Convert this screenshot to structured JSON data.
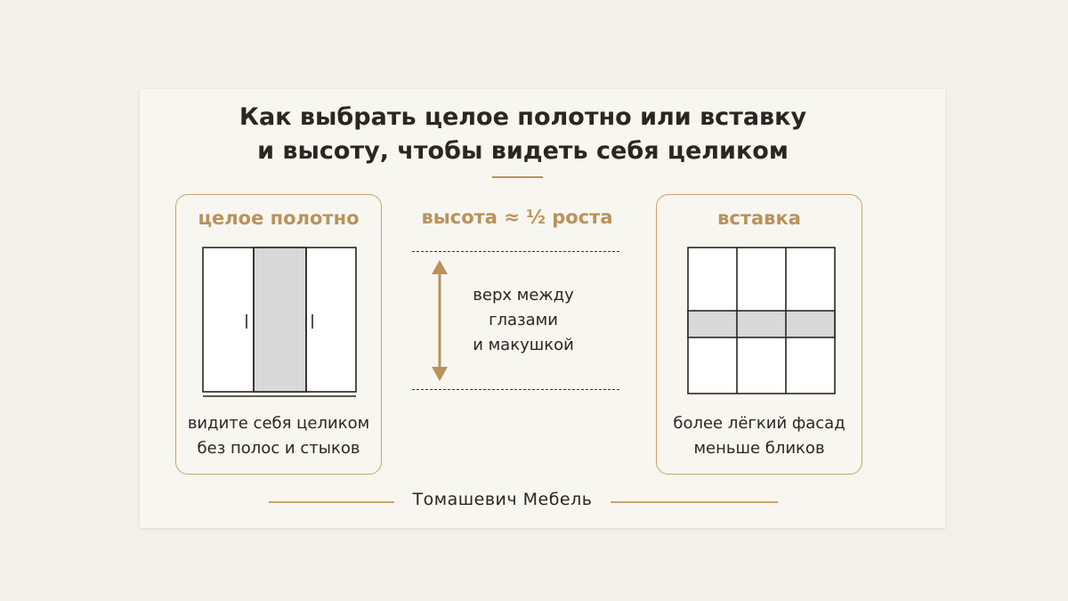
{
  "title": {
    "line1": "Как выбрать целое полотно или вставку",
    "line2": "и высоту, чтобы видеть себя целиком"
  },
  "left_panel": {
    "heading": "целое полотно",
    "caption_line1": "видите себя целиком",
    "caption_line2": "без полос и стыков"
  },
  "middle": {
    "heading": "высота ≈ ½ роста",
    "text_line1": "верх между",
    "text_line2": "глазами",
    "text_line3": "и макушкой"
  },
  "right_panel": {
    "heading": "вставка",
    "caption_line1": "более лёгкий фасад",
    "caption_line2": "меньше бликов"
  },
  "footer": {
    "brand": "Томашевич Мебель"
  },
  "colors": {
    "accent": "#b8935a",
    "mirror_fill": "#d9d9d9",
    "ink": "#2a2622"
  }
}
